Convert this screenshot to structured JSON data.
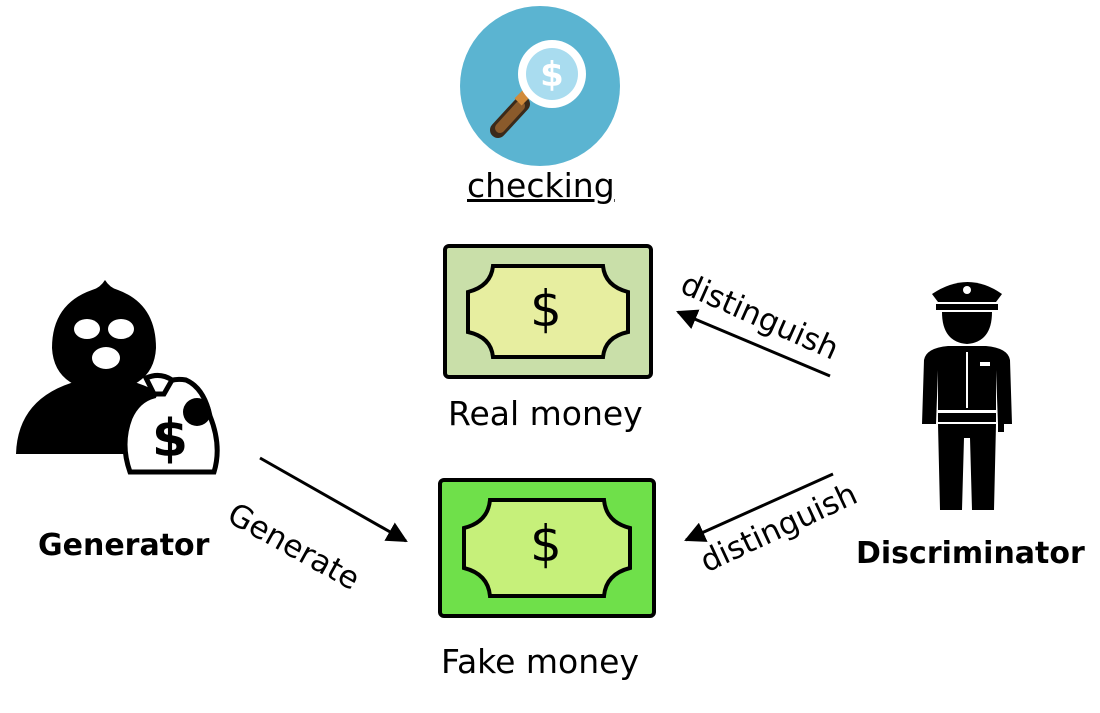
{
  "checking": {
    "label": "checking",
    "icon": "magnifying-glass-dollar-icon",
    "circle_color": "#5bb4d1"
  },
  "real_money": {
    "label": "Real money",
    "symbol": "$",
    "card_color": "#c9dfa9",
    "inner_color": "#e7eea0"
  },
  "fake_money": {
    "label": "Fake money",
    "symbol": "$",
    "card_color": "#6fe04a",
    "inner_color": "#c6f07a"
  },
  "generator": {
    "label": "Generator",
    "icon": "masked-thief-icon",
    "bag_symbol": "$"
  },
  "discriminator": {
    "label": "Discriminator",
    "icon": "police-officer-icon"
  },
  "arrows": {
    "generate": "Generate",
    "distinguish_real": "distinguish",
    "distinguish_fake": "distinguish"
  }
}
